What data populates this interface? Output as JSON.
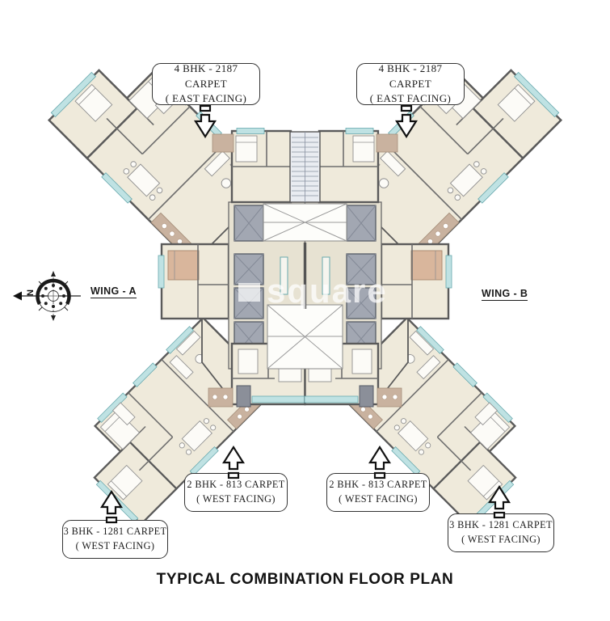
{
  "title": "TYPICAL COMBINATION FLOOR PLAN",
  "watermark": "square",
  "compass": {
    "north": "N"
  },
  "wings": {
    "a": "WING - A",
    "b": "WING - B"
  },
  "labels": {
    "top_left": {
      "line1": "4 BHK - 2187 CARPET",
      "line2": "( EAST FACING)",
      "arrow": "down"
    },
    "top_right": {
      "line1": "4 BHK - 2187 CARPET",
      "line2": "( EAST FACING)",
      "arrow": "down"
    },
    "bottom_mid_left": {
      "line1": "2 BHK - 813 CARPET",
      "line2": "( WEST FACING)",
      "arrow": "up"
    },
    "bottom_mid_right": {
      "line1": "2 BHK - 813 CARPET",
      "line2": "( WEST FACING)",
      "arrow": "up"
    },
    "bottom_left": {
      "line1": "3 BHK - 1281 CARPET",
      "line2": "( WEST FACING)",
      "arrow": "up"
    },
    "bottom_right": {
      "line1": "3 BHK - 1281 CARPET",
      "line2": "( WEST FACING)",
      "arrow": "up"
    }
  },
  "colors": {
    "room": "#efeadb",
    "wall": "#5a5a5a",
    "window": "#bfe2e3",
    "window_frame": "#68a9ae",
    "balcony": "#c9b29f",
    "elevator": "#a2a7b2",
    "core_floor": "#e7e2d2",
    "label_border": "#333333"
  }
}
